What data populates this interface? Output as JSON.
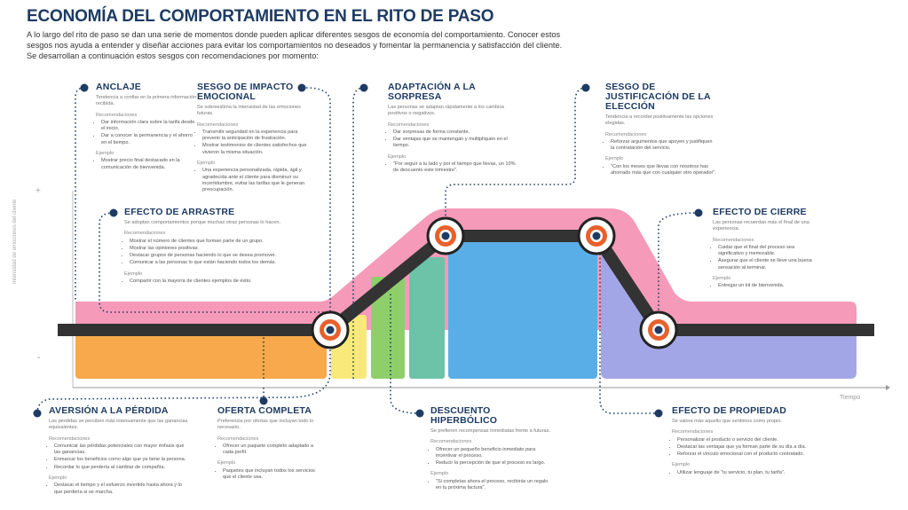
{
  "title": "ECONOMÍA DEL COMPORTAMIENTO EN EL RITO DE PASO",
  "intro": "A lo largo del rito de paso se dan una serie de momentos donde pueden aplicar diferentes sesgos de economía del comportamiento. Conocer estos sesgos nos ayuda a entender y diseñar acciones para evitar los comportamientos no deseados y fomentar la permanencia y satisfacción del cliente. Se desarrollan a continuación estos sesgos con recomendaciones por momento:",
  "axis": {
    "y_label": "Intensidad de emociones del cliente",
    "x_label": "Tiempo",
    "plus": "+",
    "minus": "-"
  },
  "colors": {
    "pink": "#f48fb1",
    "orange": "#f8a94b",
    "yellow": "#f8e97a",
    "green": "#8fcf6a",
    "teal": "#6cc3a8",
    "blue": "#5aaee8",
    "purple": "#a3a6e6",
    "line": "#333333",
    "accent": "#1d3b63"
  },
  "sections": [
    {
      "title": "ANCLAJE",
      "sub": "Tendencia a confiar en la primera información recibida.",
      "rec_label": "Recomendaciones",
      "bullets": [
        "Dar información clara sobre la tarifa desde el inicio.",
        "Dar a conocer la permanencia y el ahorro en el tiempo."
      ],
      "ex_label": "Ejemplo",
      "example": "Mostrar precio final destacado en la comunicación de bienvenida."
    },
    {
      "title": "SESGO DE IMPACTO EMOCIONAL",
      "sub": "Se sobreestima la intensidad de las emociones futuras.",
      "rec_label": "Recomendaciones",
      "bullets": [
        "Transmitir seguridad en la experiencia para prevenir la anticipación de frustración.",
        "Mostrar testimonios de clientes satisfechos que vivieron la misma situación."
      ],
      "ex_label": "Ejemplo",
      "example": "Una experiencia personalizada, rápida, ágil y agradecida ante el cliente para disminuir su incertidumbre, evitar las tarifas que le generan preocupación."
    },
    {
      "title": "ADAPTACIÓN A LA SORPRESA",
      "sub": "Las personas se adaptan rápidamente a los cambios positivos o negativos.",
      "rec_label": "Recomendaciones",
      "bullets": [
        "Dar sorpresas de forma constante.",
        "Dar ventajas que se mantengan y multipliquen en el tiempo."
      ],
      "ex_label": "Ejemplo",
      "example": "\"Por seguir a tu lado y por el tiempo que llevas, un 10% de descuento este trimestre\"."
    },
    {
      "title": "SESGO DE JUSTIFICACIÓN DE LA ELECCIÓN",
      "sub": "Tendencia a recordar positivamente las opciones elegidas.",
      "rec_label": "Recomendaciones",
      "bullets": [
        "Reforzar argumentos que apoyen y justifiquen la contratación del servicio."
      ],
      "ex_label": "Ejemplo",
      "example": "\"Con los meses que llevas con nosotros has ahorrado más que con cualquier otro operador\"."
    },
    {
      "title": "EFECTO DE ARRASTRE",
      "sub": "Se adoptan comportamientos porque muchas otras personas lo hacen.",
      "rec_label": "Recomendaciones",
      "bullets": [
        "Mostrar el número de clientes que forman parte de un grupo.",
        "Mostrar las opiniones positivas.",
        "Destacar grupos de personas haciendo lo que se desea promover.",
        "Comunicar a las personas lo que están haciendo todos los demás."
      ],
      "ex_label": "Ejemplo",
      "example": "Compartir con la mayoría de clientes ejemplos de éxito."
    },
    {
      "title": "EFECTO DE CIERRE",
      "sub": "Las personas recuerdan más el final de una experiencia.",
      "rec_label": "Recomendaciones",
      "bullets": [
        "Cuidar que el final del proceso sea significativo y memorable.",
        "Asegurar que el cliente se lleve una buena sensación al terminar."
      ],
      "ex_label": "Ejemplo",
      "example": "Entregar un kit de bienvenida."
    },
    {
      "title": "AVERSIÓN A LA PÉRDIDA",
      "sub": "Las pérdidas se perciben más intensamente que las ganancias equivalentes.",
      "rec_label": "Recomendaciones",
      "bullets": [
        "Comunicar las pérdidas potenciales con mayor énfasis que las ganancias.",
        "Enmarcar los beneficios como algo que ya tiene la persona.",
        "Recordar lo que perdería al cambiar de compañía."
      ],
      "ex_label": "Ejemplo",
      "example": "Destacar el tiempo y el esfuerzo invertido hasta ahora y lo que perdería si se marcha."
    },
    {
      "title": "OFERTA COMPLETA",
      "sub": "Preferencia por ofertas que incluyan todo lo necesario.",
      "rec_label": "Recomendaciones",
      "bullets": [
        "Ofrecer un paquete completo adaptado a cada perfil."
      ],
      "ex_label": "Ejemplo",
      "example": "Paquetes que incluyan todos los servicios que el cliente usa."
    },
    {
      "title": "DESCUENTO HIPERBÓLICO",
      "sub": "Se prefieren recompensas inmediatas frente a futuras.",
      "rec_label": "Recomendaciones",
      "bullets": [
        "Ofrecer un pequeño beneficio inmediato para incentivar el proceso.",
        "Reducir la percepción de que el proceso es largo."
      ],
      "ex_label": "Ejemplo",
      "example": "\"Si completas ahora el proceso, recibirás un regalo en tu próxima factura\"."
    },
    {
      "title": "EFECTO DE PROPIEDAD",
      "sub": "Se valora más aquello que sentimos como propio.",
      "rec_label": "Recomendaciones",
      "bullets": [
        "Personalizar el producto o servicio del cliente.",
        "Destacar las ventajas que ya forman parte de su día a día.",
        "Reforzar el vínculo emocional con el producto contratado."
      ],
      "ex_label": "Ejemplo",
      "example": "Utilizar lenguaje de \"tu servicio, tu plan, tu tarifa\"."
    }
  ]
}
